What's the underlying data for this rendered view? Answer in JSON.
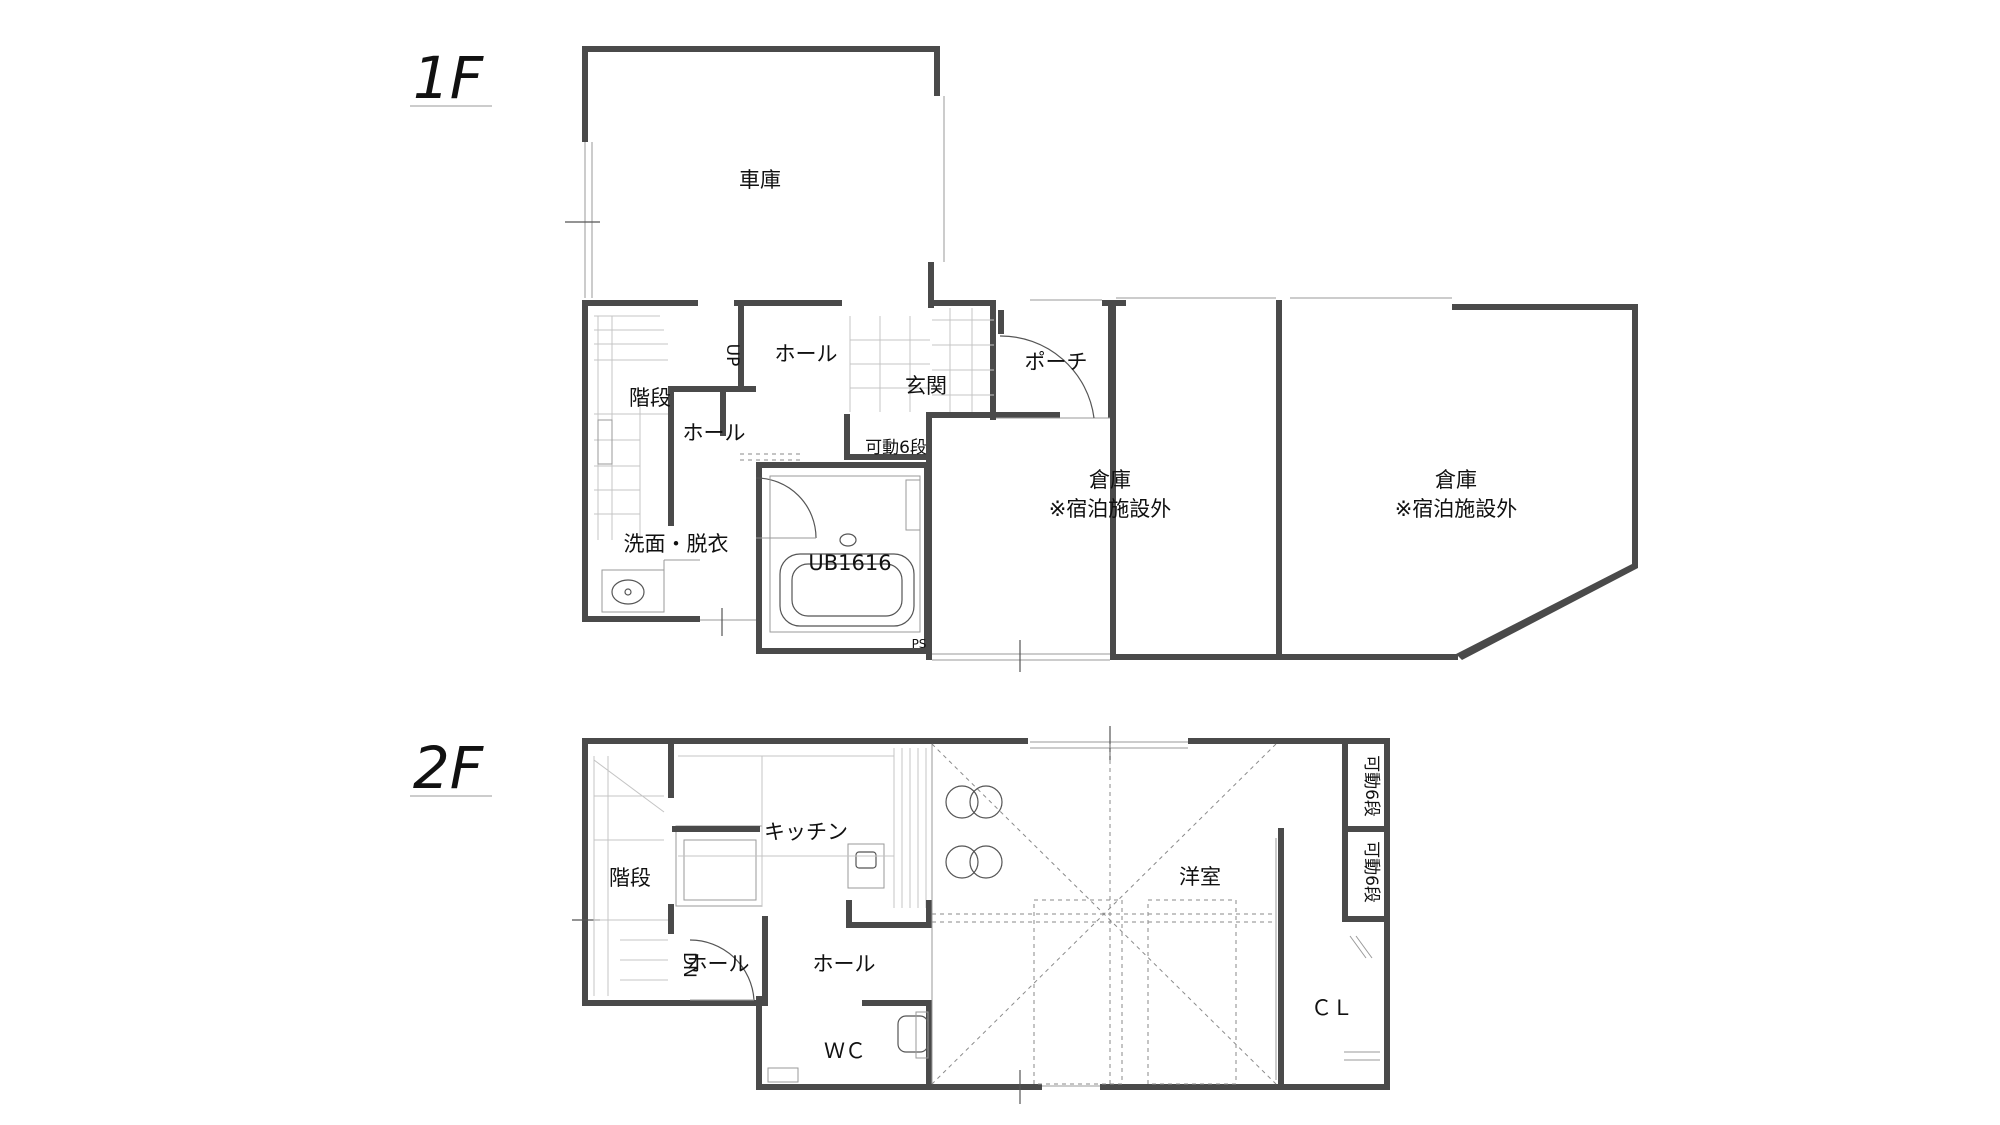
{
  "floors": [
    {
      "label": "1F"
    },
    {
      "label": "2F"
    }
  ],
  "rooms_1f": {
    "garage": "車庫",
    "hall_top": "ホール",
    "entrance": "玄関",
    "porch": "ポーチ",
    "stairs": "階段",
    "hall_small": "ホール",
    "washroom": "洗面・脱衣",
    "unit_bath": "UB1616",
    "movable_shelf": "可動6段",
    "storage_a": "倉庫",
    "storage_a_note": "※宿泊施設外",
    "storage_b": "倉庫",
    "storage_b_note": "※宿泊施設外",
    "up_mark": "UP",
    "ps": "PS"
  },
  "rooms_2f": {
    "kitchen": "キッチン",
    "stairs": "階段",
    "hall_left": "ホール",
    "hall_right": "ホール",
    "dn_mark": "DN",
    "wc": "ＷＣ",
    "western_room": "洋室",
    "closet": "ＣＬ",
    "shelf_top": "可動6段",
    "shelf_bottom": "可動6段"
  },
  "colors": {
    "wall": "#4a4a4a",
    "line": "#555555",
    "background": "#ffffff"
  }
}
